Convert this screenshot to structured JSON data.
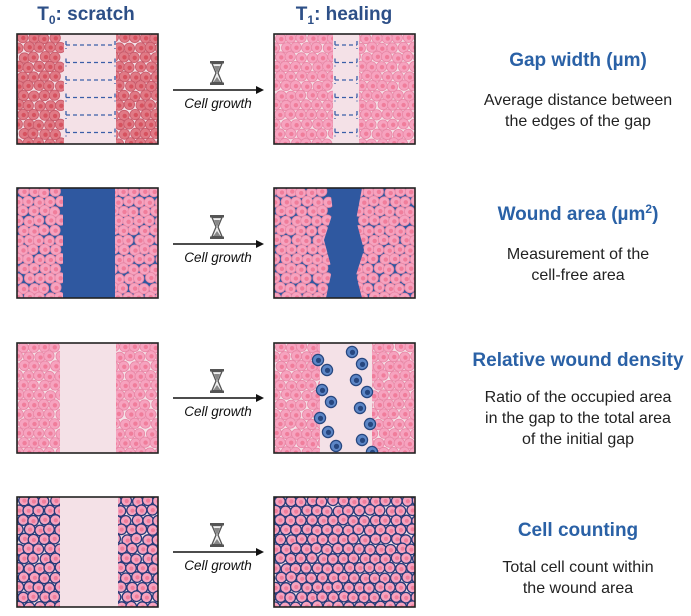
{
  "headers": {
    "t0_prefix": "T",
    "t0_sub": "0",
    "t0_suffix": ": scratch",
    "t1_prefix": "T",
    "t1_sub": "1",
    "t1_suffix": ": healing"
  },
  "rows": [
    {
      "arrow_label": "Cell growth",
      "title": "Gap width (µm)",
      "title_sup": "",
      "title_end": "",
      "description": [
        "Average distance between",
        "the edges of the gap"
      ]
    },
    {
      "arrow_label": "Cell growth",
      "title": "Wound area (µm",
      "title_sup": "2",
      "title_end": ")",
      "description": [
        "Measurement of the",
        "cell-free area"
      ]
    },
    {
      "arrow_label": "Cell growth",
      "title": "Relative wound density",
      "title_sup": "",
      "title_end": "",
      "description": [
        "Ratio of the occupied area",
        "in the gap to the total area",
        "of the initial gap"
      ]
    },
    {
      "arrow_label": "Cell growth",
      "title": "Cell counting",
      "title_sup": "",
      "title_end": "",
      "description": [
        "Total cell count within",
        "the wound area"
      ]
    }
  ],
  "icons": {
    "timer": "hourglass-icon",
    "arrow": "right-arrow-icon"
  },
  "colors": {
    "cell_pink": "#f6a3bf",
    "cell_rose": "#e07080",
    "cell_nucleus": "#f07d9b",
    "gap_pink": "#f4e1e7",
    "wound_blue": "#2f58a0",
    "marker_blue": "#3b5fa8",
    "title_blue": "#2a61a6",
    "header_navy": "#2d4f87",
    "outline_navy": "#283a78"
  }
}
